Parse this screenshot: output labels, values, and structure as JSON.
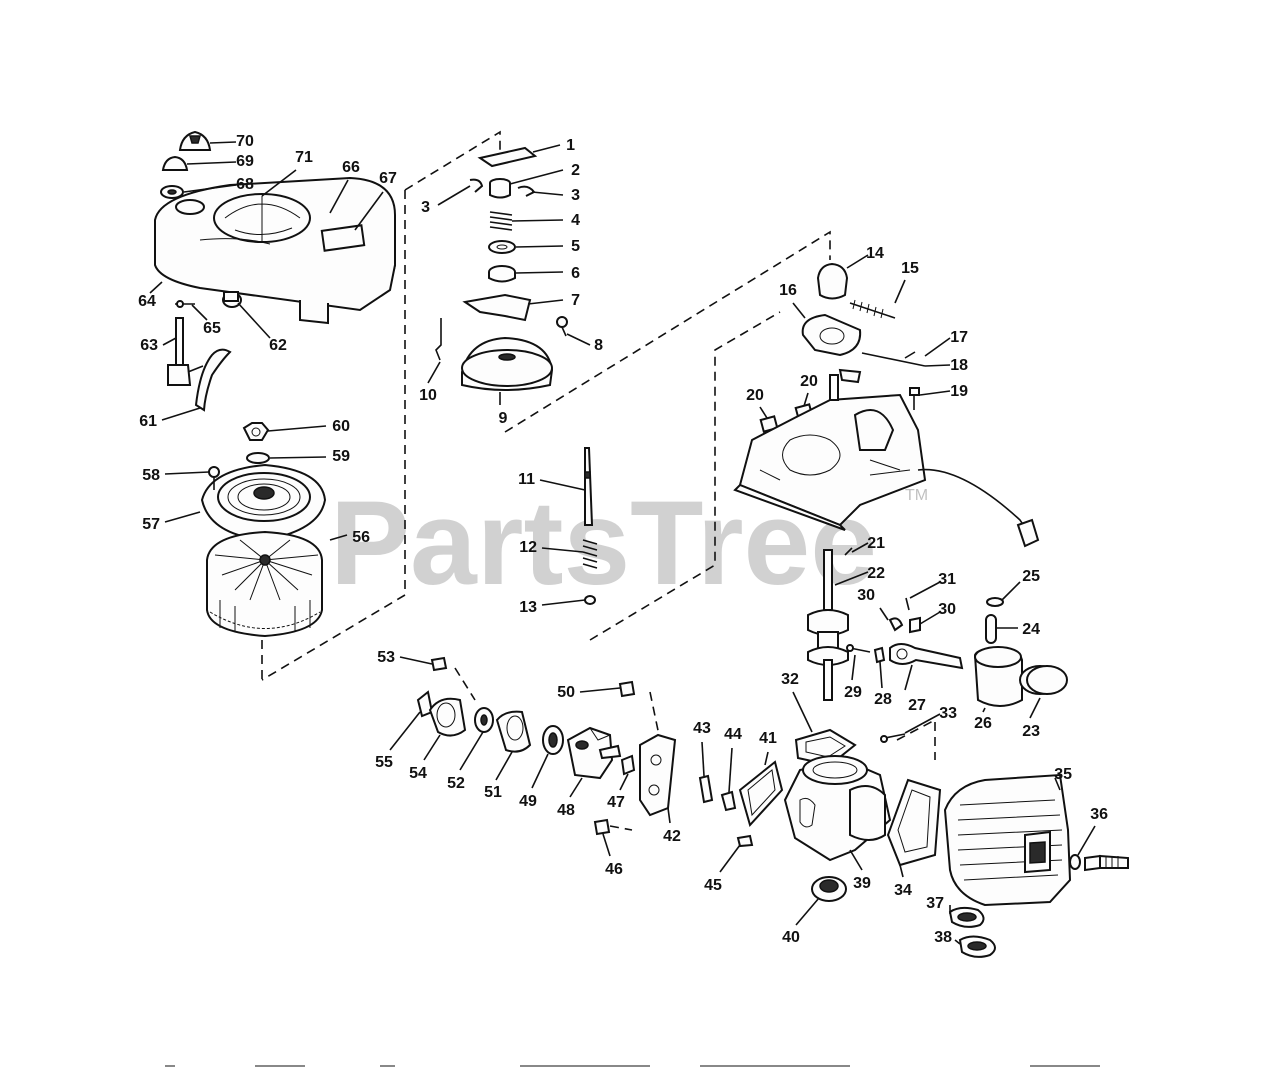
{
  "watermark": {
    "text": "PartsTree",
    "trademark": "TM"
  },
  "callouts": [
    "1",
    "2",
    "3",
    "3",
    "4",
    "5",
    "6",
    "7",
    "8",
    "9",
    "10",
    "11",
    "12",
    "13",
    "14",
    "15",
    "16",
    "17",
    "18",
    "19",
    "20",
    "20",
    "21",
    "22",
    "23",
    "24",
    "25",
    "26",
    "27",
    "28",
    "29",
    "30",
    "30",
    "31",
    "32",
    "33",
    "34",
    "35",
    "36",
    "37",
    "38",
    "39",
    "40",
    "41",
    "42",
    "43",
    "44",
    "45",
    "46",
    "47",
    "48",
    "49",
    "50",
    "51",
    "52",
    "53",
    "54",
    "55",
    "56",
    "57",
    "58",
    "59",
    "60",
    "61",
    "62",
    "63",
    "64",
    "65",
    "66",
    "67",
    "68",
    "69",
    "70",
    "71"
  ]
}
